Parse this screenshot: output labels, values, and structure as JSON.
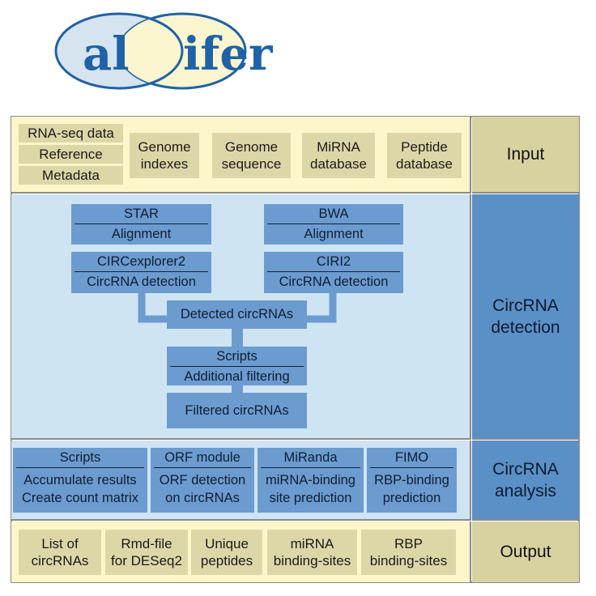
{
  "logo": {
    "part1": "al",
    "part2": "ifer"
  },
  "sections": {
    "input": "Input",
    "detection": "CircRNA\ndetection",
    "analysis": "CircRNA\nanalysis",
    "output": "Output"
  },
  "input": {
    "small": [
      "RNA-seq data",
      "Reference",
      "Metadata"
    ],
    "boxes": [
      "Genome\nindexes",
      "Genome\nsequence",
      "MiRNA\ndatabase",
      "Peptide\ndatabase"
    ]
  },
  "detection": {
    "star": {
      "title": "STAR",
      "body": "Alignment"
    },
    "bwa": {
      "title": "BWA",
      "body": "Alignment"
    },
    "circexplorer": {
      "title": "CIRCexplorer2",
      "body": "CircRNA detection"
    },
    "ciri": {
      "title": "CIRI2",
      "body": "CircRNA detection"
    },
    "detected": "Detected circRNAs",
    "scripts": {
      "title": "Scripts",
      "body": "Additional filtering"
    },
    "filtered": "Filtered circRNAs"
  },
  "analysis": {
    "scripts": {
      "title": "Scripts",
      "body": "Accumulate results\nCreate count matrix"
    },
    "orf": {
      "title": "ORF module",
      "body": "ORF detection\non circRNAs"
    },
    "miranda": {
      "title": "MiRanda",
      "body": "miRNA-binding\nsite prediction"
    },
    "fimo": {
      "title": "FIMO",
      "body": "RBP-binding\nprediction"
    }
  },
  "output": [
    "List of\ncircRNAs",
    "Rmd-file\nfor DESeq2",
    "Unique\npeptides",
    "miRNA\nbinding-sites",
    "RBP\nbinding-sites"
  ],
  "colors": {
    "logo_blue": "#1f62a6",
    "input_bg": "#fcf6c9",
    "detect_bg": "#cfe4f2",
    "box_blue": "#6c9bd0",
    "side_blue": "#5b90c7",
    "side_tan": "#d8d2a1",
    "box_tan": "#ddd7a8"
  }
}
